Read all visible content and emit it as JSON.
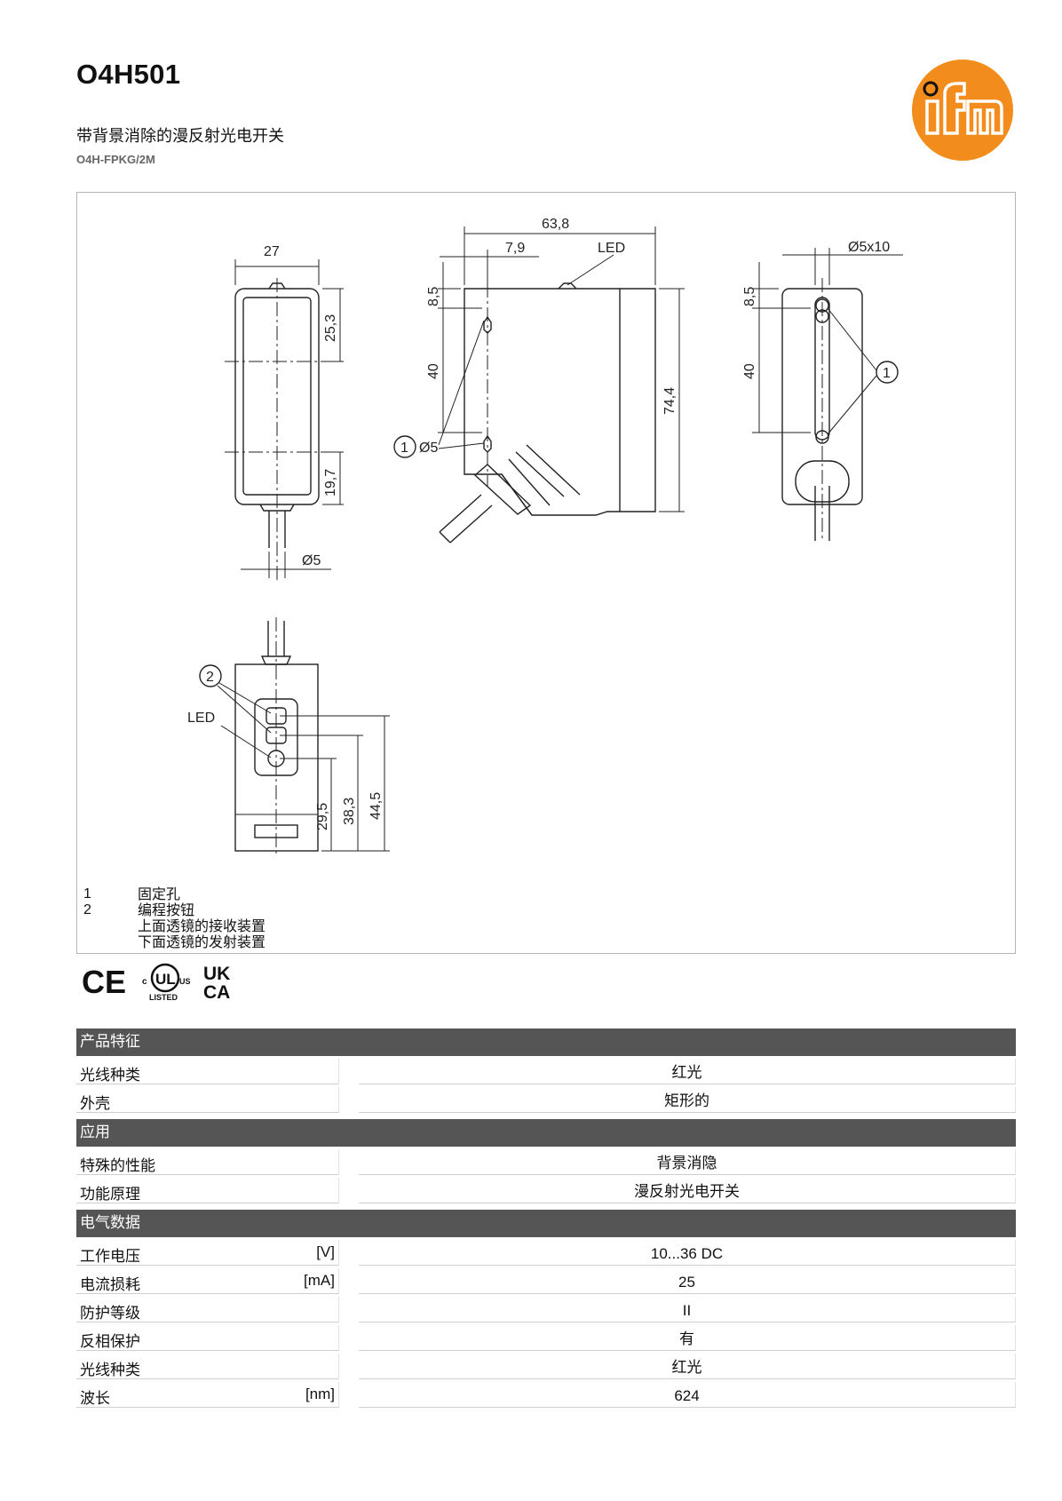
{
  "product": {
    "title": "O4H501",
    "subtitle": "带背景消除的漫反射光电开关",
    "code": "O4H-FPKG/2M"
  },
  "brand": {
    "logo_text": "ifm",
    "color": "#f28c1c"
  },
  "drawing": {
    "dims": {
      "front_width": "27",
      "front_top": "25,3",
      "front_bottom": "19,7",
      "cable_dia": "Ø5",
      "side_length": "63,8",
      "side_offset": "7,9",
      "led": "LED",
      "side_top": "8,5",
      "side_spacing": "40",
      "side_height": "74,4",
      "hole_dia": "Ø5",
      "callout1": "1",
      "back_slot": "Ø5x10",
      "back_top": "8,5",
      "back_spacing": "40",
      "callout2": "2",
      "bottom_led": "LED",
      "bottom_h1": "29,5",
      "bottom_h2": "38,3",
      "bottom_h3": "44,5"
    },
    "legend": [
      {
        "num": "1",
        "text": "固定孔"
      },
      {
        "num": "2",
        "text": "编程按钮"
      },
      {
        "num": "",
        "text": "上面透镜的接收装置"
      },
      {
        "num": "",
        "text": "下面透镜的发射装置"
      }
    ]
  },
  "certifications": {
    "ce": "CE",
    "ul_c": "c",
    "ul_us": "US",
    "ul_listed": "LISTED",
    "ul_mark": "UL",
    "ukca_1": "UK",
    "ukca_2": "CA"
  },
  "specs": [
    {
      "title": "产品特征",
      "rows": [
        {
          "label": "光线种类",
          "unit": "",
          "value": "红光"
        },
        {
          "label": "外壳",
          "unit": "",
          "value": "矩形的"
        }
      ]
    },
    {
      "title": "应用",
      "rows": [
        {
          "label": "特殊的性能",
          "unit": "",
          "value": "背景消隐"
        },
        {
          "label": "功能原理",
          "unit": "",
          "value": "漫反射光电开关"
        }
      ]
    },
    {
      "title": "电气数据",
      "rows": [
        {
          "label": "工作电压",
          "unit": "[V]",
          "value": "10...36 DC"
        },
        {
          "label": "电流损耗",
          "unit": "[mA]",
          "value": "25"
        },
        {
          "label": "防护等级",
          "unit": "",
          "value": "II"
        },
        {
          "label": "反相保护",
          "unit": "",
          "value": "有"
        },
        {
          "label": "光线种类",
          "unit": "",
          "value": "红光"
        },
        {
          "label": "波长",
          "unit": "[nm]",
          "value": "624"
        }
      ]
    }
  ]
}
